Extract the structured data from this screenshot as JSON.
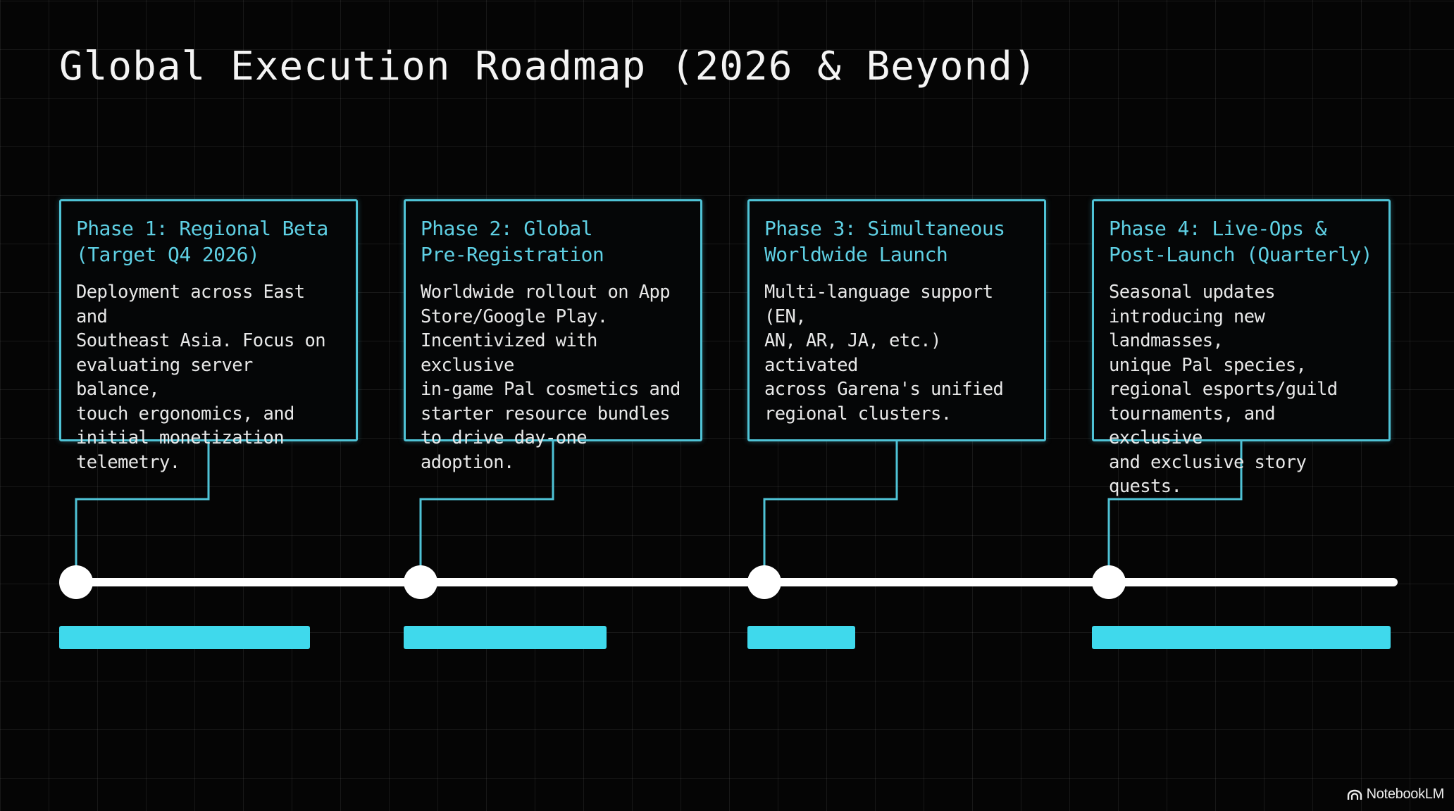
{
  "title": "Global Execution Roadmap (2026 & Beyond)",
  "colors": {
    "background": "#050505",
    "accent": "#4fc3d6",
    "accent_bar": "#3fd9ec",
    "timeline": "#ffffff",
    "text": "#e8e8e8"
  },
  "phases": [
    {
      "title": "Phase 1: Regional Beta\n(Target Q4 2026)",
      "description": "Deployment across East and\nSoutheast Asia. Focus on\nevaluating server balance,\ntouch ergonomics, and\ninitial monetization\ntelemetry.",
      "duration_fraction": 0.84
    },
    {
      "title": "Phase 2: Global\nPre-Registration",
      "description": "Worldwide rollout on App\nStore/Google Play.\nIncentivized with exclusive\nin-game Pal cosmetics and\nstarter resource bundles\nto drive day-one adoption.",
      "duration_fraction": 0.68
    },
    {
      "title": "Phase 3: Simultaneous\nWorldwide Launch",
      "description": "Multi-language support (EN,\nAN, AR, JA, etc.) activated\nacross Garena's unified\nregional clusters.",
      "duration_fraction": 0.36
    },
    {
      "title": "Phase 4: Live-Ops &\nPost-Launch (Quarterly)",
      "description": "Seasonal updates\nintroducing new landmasses,\nunique Pal species,\nregional esports/guild\ntournaments, and exclusive\nand exclusive story quests.",
      "duration_fraction": 1.0
    }
  ],
  "brand": {
    "label": "NotebookLM",
    "icon": "notebooklm-logo-icon"
  }
}
